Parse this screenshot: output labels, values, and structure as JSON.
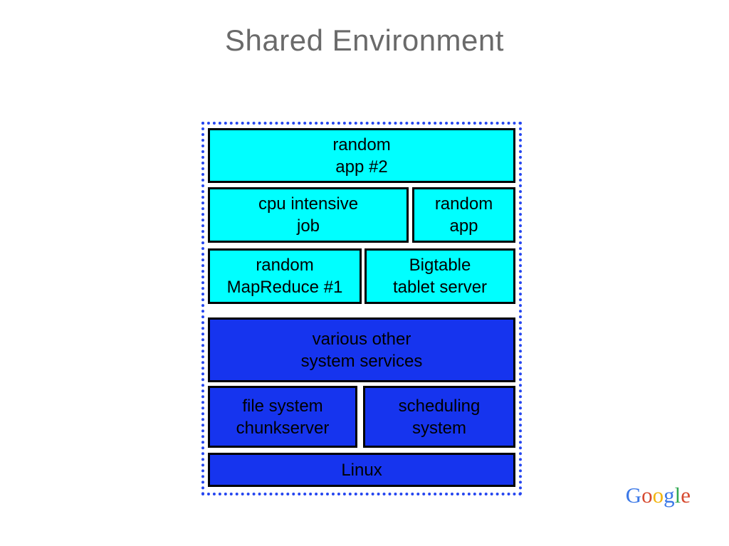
{
  "slide": {
    "title": "Shared Environment"
  },
  "colors": {
    "app_box_fill": "#00ffff",
    "system_box_fill": "#1634ee",
    "box_border": "#000000",
    "container_dotted_border": "#2546f0",
    "title_text": "#6a6a6a",
    "box_text": "#000000"
  },
  "diagram": {
    "boxes": {
      "random_app_2": {
        "line1": "random",
        "line2": "app #2",
        "type": "cyan"
      },
      "cpu_intensive_job": {
        "line1": "cpu intensive",
        "line2": "job",
        "type": "cyan"
      },
      "random_app": {
        "line1": "random",
        "line2": "app",
        "type": "cyan"
      },
      "random_mapreduce_1": {
        "line1": "random",
        "line2": "MapReduce #1",
        "type": "cyan"
      },
      "bigtable_tablet_server": {
        "line1": "Bigtable",
        "line2": "tablet server",
        "type": "cyan"
      },
      "various_system_services": {
        "line1": "various other",
        "line2": "system services",
        "type": "blue"
      },
      "file_system_chunkserver": {
        "line1": "file system",
        "line2": "chunkserver",
        "type": "blue"
      },
      "scheduling_system": {
        "line1": "scheduling",
        "line2": "system",
        "type": "blue"
      },
      "linux": {
        "line1": "Linux",
        "type": "blue"
      }
    }
  },
  "logo": {
    "name": "Google",
    "letters": [
      {
        "char": "G",
        "style": "color:#3b78e7"
      },
      {
        "char": "o",
        "style": "color:#d6492f"
      },
      {
        "char": "o",
        "style": "color:#f2b50f"
      },
      {
        "char": "g",
        "style": "color:#3b78e7"
      },
      {
        "char": "l",
        "style": "color:#31a952"
      },
      {
        "char": "e",
        "style": "color:#d6492f"
      }
    ]
  }
}
